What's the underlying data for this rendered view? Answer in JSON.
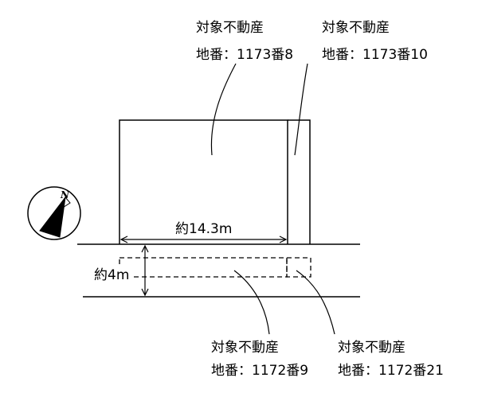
{
  "labels": {
    "lot_8": {
      "title": "対象不動産",
      "number": "地番：1173番8"
    },
    "lot_10": {
      "title": "対象不動産",
      "number": "地番：1173番10"
    },
    "lot_9": {
      "title": "対象不動産",
      "number": "地番：1172番9"
    },
    "lot_21": {
      "title": "対象不動産",
      "number": "地番：1172番21"
    }
  },
  "dimensions": {
    "frontage": "約14.3m",
    "road_width": "約4m"
  },
  "compass": {
    "north_label": "N"
  }
}
